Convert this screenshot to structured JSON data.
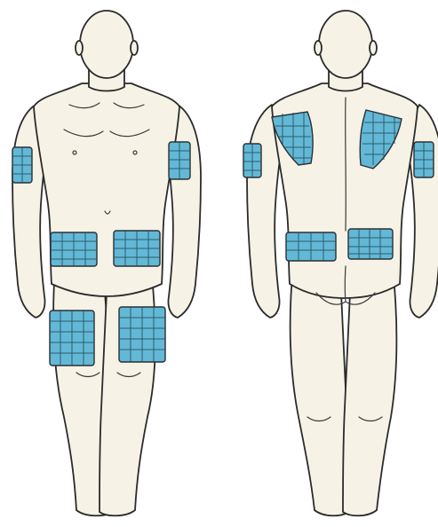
{
  "figure": {
    "colors": {
      "skin": "#f6f3e6",
      "outline": "#2b2b2b",
      "zone_fill": "#63b8d6",
      "zone_pattern": "#244a5a",
      "background": "#ffffff"
    },
    "views": [
      {
        "id": "front",
        "zones": [
          "right-upper-arm",
          "left-upper-arm",
          "right-abdomen",
          "left-abdomen",
          "right-thigh",
          "left-thigh"
        ]
      },
      {
        "id": "back",
        "zones": [
          "right-upper-back",
          "left-upper-back",
          "right-back-arm",
          "left-back-arm",
          "right-lower-back",
          "left-lower-back"
        ]
      }
    ]
  }
}
